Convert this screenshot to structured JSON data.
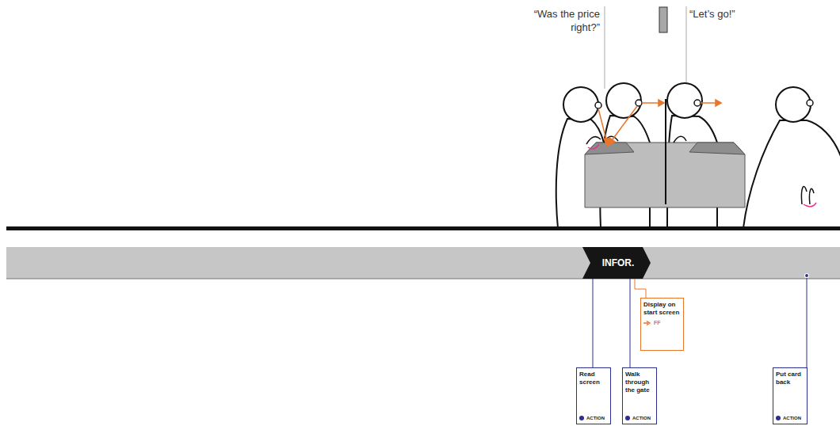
{
  "diagram": {
    "nodes": [
      {
        "text": [
          "INFOR."
        ]
      },
      {
        "text": [
          "Read screen",
          "ACTION"
        ]
      },
      {
        "text": [
          "Walk through the gate",
          "ACTION"
        ]
      },
      {
        "text": [
          "Display on start screen",
          "FF"
        ]
      },
      {
        "text": [
          "Put card back",
          "ACTION"
        ]
      }
    ],
    "labels": [
      "“Was the price right?”",
      "“Let’s go!”"
    ]
  }
}
